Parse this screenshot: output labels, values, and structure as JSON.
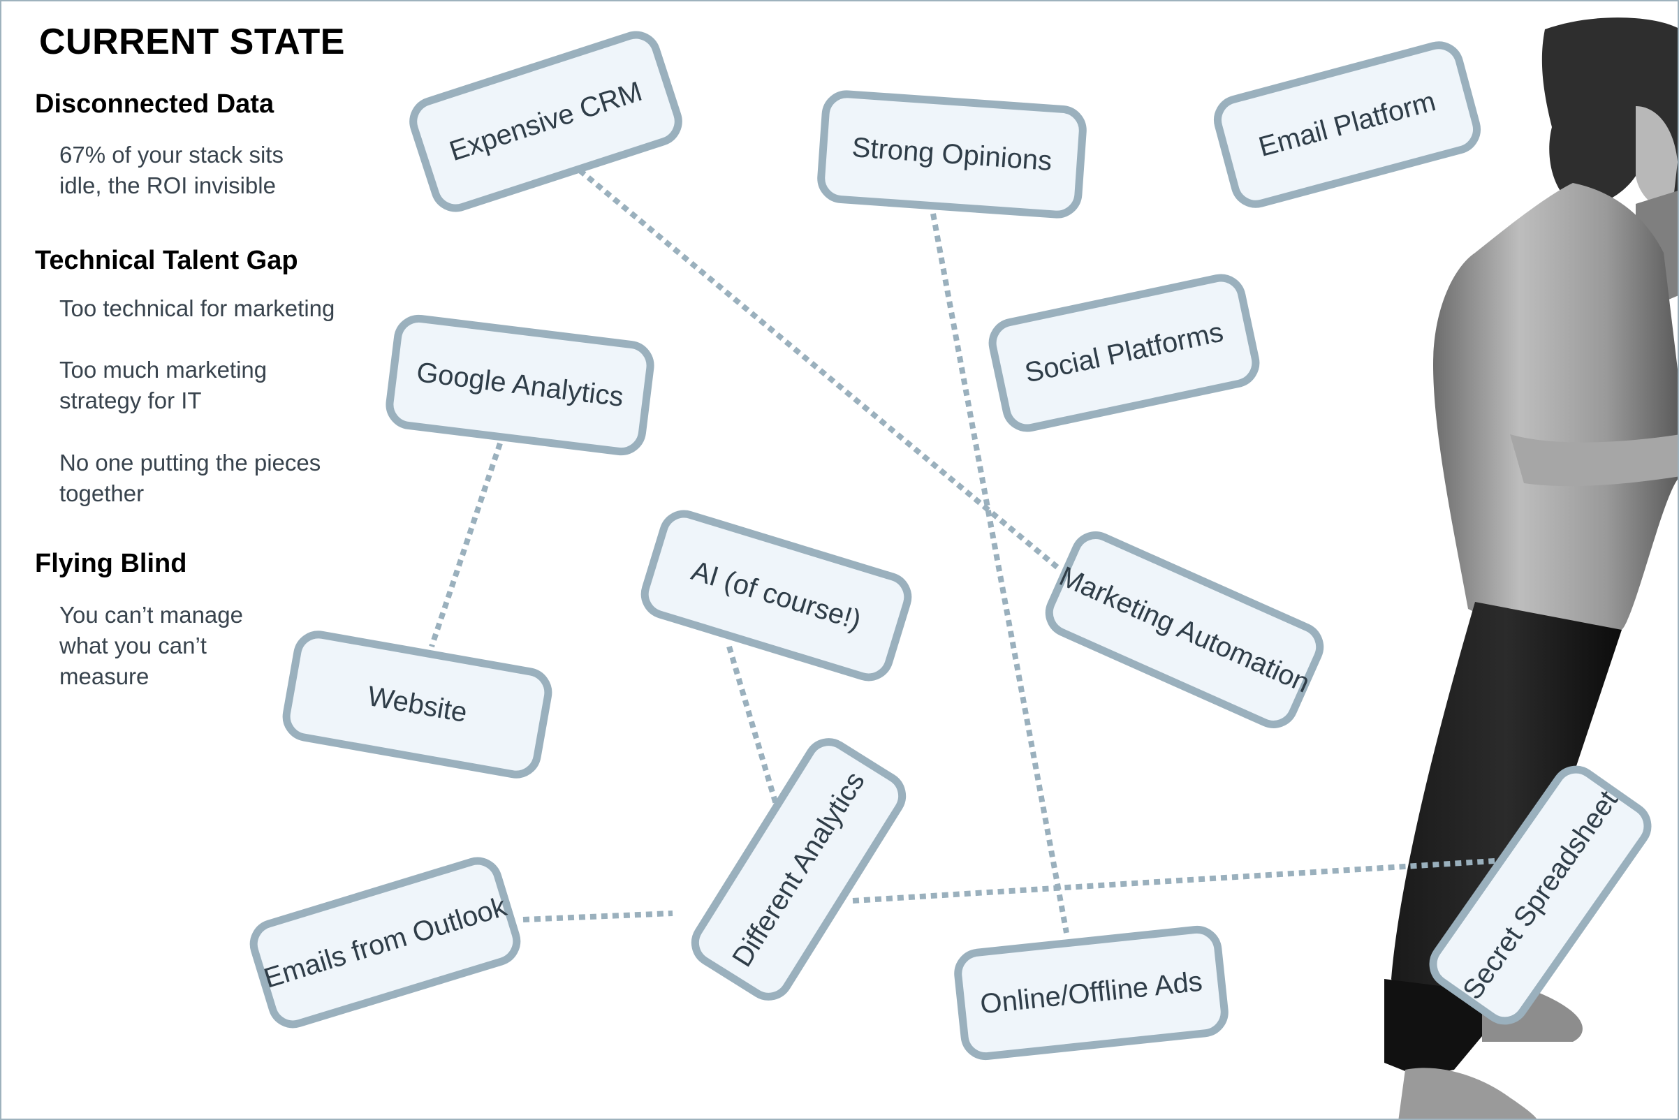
{
  "slide": {
    "title": "CURRENT STATE",
    "border_color": "#9eb2bd"
  },
  "sidebar": {
    "sections": [
      {
        "heading": "Disconnected Data",
        "items": [
          {
            "lines": [
              "67% of your stack sits",
              "idle, the ROI invisible"
            ]
          }
        ]
      },
      {
        "heading": "Technical Talent Gap",
        "items": [
          {
            "lines": [
              "Too technical for marketing"
            ]
          },
          {
            "lines": [
              "Too much marketing",
              "strategy for IT"
            ]
          },
          {
            "lines": [
              "No one putting the pieces",
              "together"
            ]
          }
        ]
      },
      {
        "heading": "Flying Blind",
        "items": [
          {
            "lines": [
              "You can’t manage",
              "what you can’t",
              "measure"
            ]
          }
        ]
      }
    ]
  },
  "diagram": {
    "card_fill": "#eff5fa",
    "card_border": "#9ab0bd",
    "connector_color": "#9ab0bd",
    "nodes": [
      {
        "id": "expensive-crm",
        "label": "Expensive CRM"
      },
      {
        "id": "strong-opinions",
        "label": "Strong Opinions"
      },
      {
        "id": "email-platform",
        "label": "Email Platform"
      },
      {
        "id": "social-platforms",
        "label": "Social Platforms"
      },
      {
        "id": "google-analytics",
        "label": "Google Analytics"
      },
      {
        "id": "ai",
        "label": "AI (of course!)"
      },
      {
        "id": "marketing-automation",
        "label": "Marketing Automation"
      },
      {
        "id": "website",
        "label": "Website"
      },
      {
        "id": "different-analytics",
        "label": "Different Analytics"
      },
      {
        "id": "emails-from-outlook",
        "label": "Emails from Outlook"
      },
      {
        "id": "online-offline-ads",
        "label": "Online/Offline Ads"
      },
      {
        "id": "secret-spreadsheet",
        "label": "Secret Spreadsheet"
      }
    ],
    "edges": [
      {
        "from": "expensive-crm",
        "to": "marketing-automation",
        "style": "dotted"
      },
      {
        "from": "strong-opinions",
        "to": "online-offline-ads",
        "style": "dotted"
      },
      {
        "from": "google-analytics",
        "to": "website",
        "style": "dotted"
      },
      {
        "from": "ai",
        "to": "different-analytics",
        "style": "dotted"
      },
      {
        "from": "emails-from-outlook",
        "to": "different-analytics",
        "style": "dotted"
      },
      {
        "from": "different-analytics",
        "to": "secret-spreadsheet",
        "style": "dotted"
      }
    ]
  },
  "image": {
    "subject": "grayscale photo of frustrated man leaning head against wall"
  }
}
